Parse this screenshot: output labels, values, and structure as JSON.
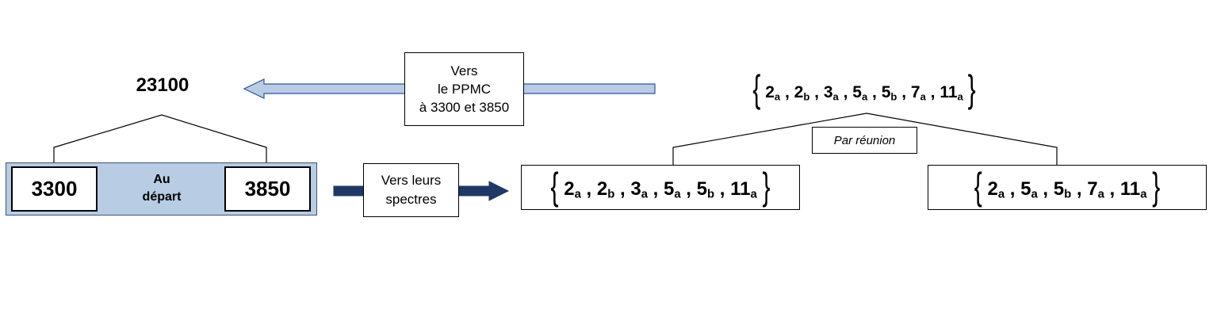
{
  "result": {
    "value": "23100"
  },
  "towards_ppmc": {
    "line1": "Vers",
    "line2": "le PPMC",
    "line3": "à 3300 et 3850"
  },
  "start": {
    "left_number": "3300",
    "right_number": "3850",
    "label_line1": "Au",
    "label_line2": "départ"
  },
  "spectres": {
    "line1": "Vers leurs",
    "line2": "spectres"
  },
  "braces": {
    "open": "{",
    "close": "}"
  },
  "union_label": "Par réunion",
  "top_set": [
    {
      "base": "2",
      "sub": "a"
    },
    {
      "base": "2",
      "sub": "b"
    },
    {
      "base": "3",
      "sub": "a"
    },
    {
      "base": "5",
      "sub": "a"
    },
    {
      "base": "5",
      "sub": "b"
    },
    {
      "base": "7",
      "sub": "a"
    },
    {
      "base": "11",
      "sub": "a"
    }
  ],
  "spectrum_3300": [
    {
      "base": "2",
      "sub": "a"
    },
    {
      "base": "2",
      "sub": "b"
    },
    {
      "base": "3",
      "sub": "a"
    },
    {
      "base": "5",
      "sub": "a"
    },
    {
      "base": "5",
      "sub": "b"
    },
    {
      "base": "11",
      "sub": "a"
    }
  ],
  "spectrum_3850": [
    {
      "base": "2",
      "sub": "a"
    },
    {
      "base": "5",
      "sub": "a"
    },
    {
      "base": "5",
      "sub": "b"
    },
    {
      "base": "7",
      "sub": "a"
    },
    {
      "base": "11",
      "sub": "a"
    }
  ],
  "colors": {
    "panel_fill": "#b8cce4",
    "light_arrow": "#b8cce4",
    "dark_arrow": "#1f3864"
  }
}
